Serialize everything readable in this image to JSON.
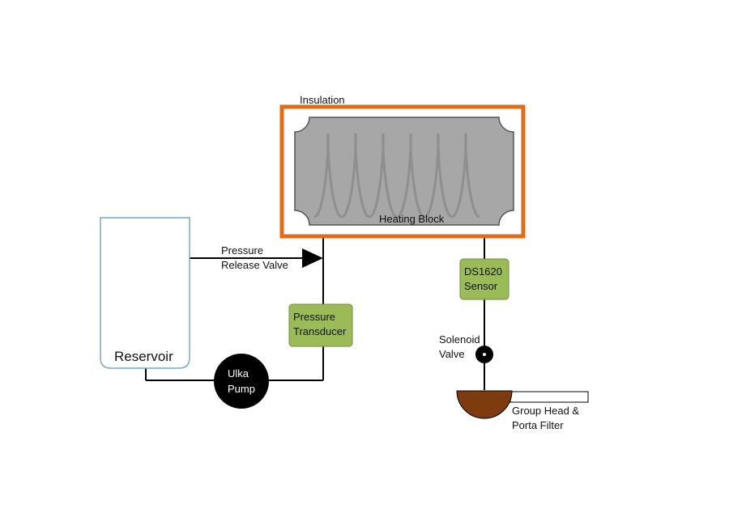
{
  "labels": {
    "insulation": "Insulation",
    "heating_block": "Heating Block",
    "pressure_release_valve": [
      "Pressure",
      "Release Valve"
    ],
    "reservoir": "Reservoir",
    "pressure_transducer": [
      "Pressure",
      "Transducer"
    ],
    "ulka_pump": [
      "Ulka",
      "Pump"
    ],
    "ds1620_sensor": [
      "DS1620",
      "Sensor"
    ],
    "solenoid_valve": [
      "Solenoid",
      "Valve"
    ],
    "group_head": [
      "Group Head &",
      "Porta Filter"
    ]
  },
  "colors": {
    "insulation": "#e06c1a",
    "heating_block": "#a7a7a7",
    "coil": "#8f8f8f",
    "green_box": "#9bbb59",
    "green_box_border": "#6f8f3a",
    "reservoir_border": "#7aa6c8",
    "pump": "#000000",
    "group_head": "#7f3b10",
    "line": "#000000"
  }
}
